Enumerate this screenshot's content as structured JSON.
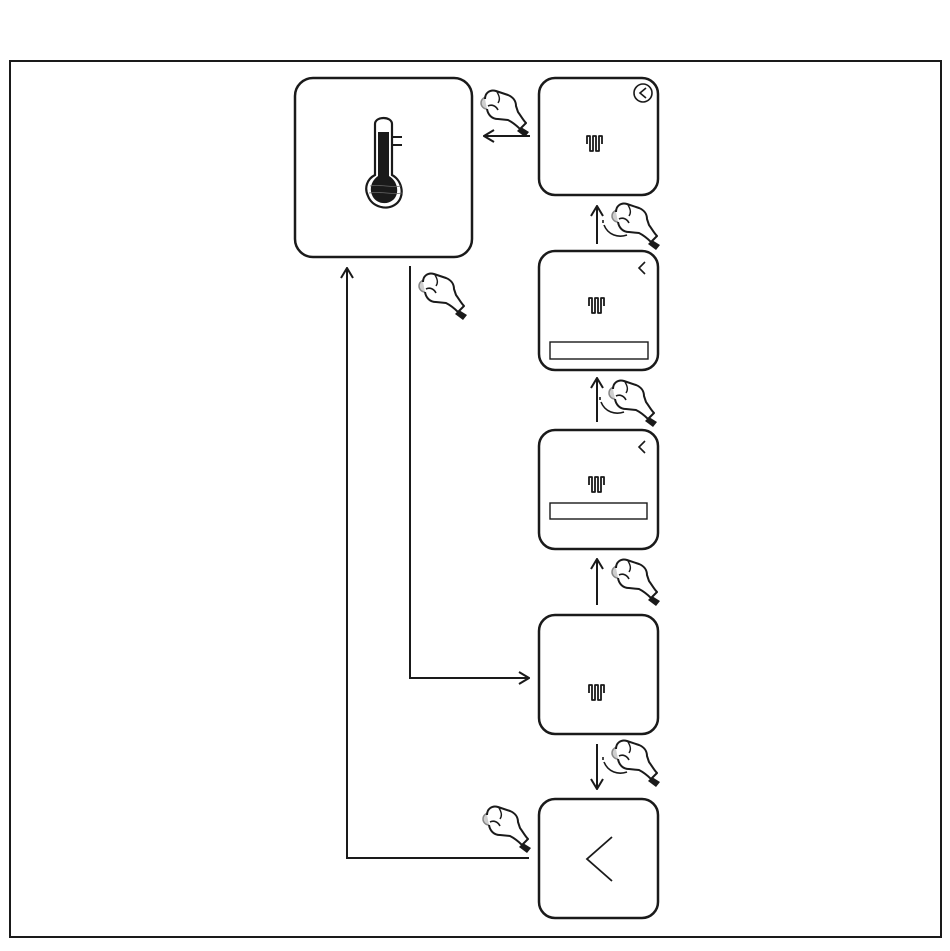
{
  "diagram": {
    "screens": [
      {
        "id": "temperature-screen",
        "icon": "thermometer-icon"
      },
      {
        "id": "heating-screen-confirm",
        "icon": "heating-coil-icon",
        "back": "circled-back-arrow-icon"
      },
      {
        "id": "heating-screen-bar-2",
        "icon": "heating-coil-icon",
        "back": "back-chevron-icon",
        "bar": true
      },
      {
        "id": "heating-screen-bar-1",
        "icon": "heating-coil-icon",
        "back": "back-chevron-icon",
        "bar": true
      },
      {
        "id": "heating-screen-base",
        "icon": "heating-coil-icon"
      },
      {
        "id": "back-screen",
        "icon": "back-chevron-icon"
      }
    ],
    "gestures": [
      {
        "id": "press-hand-back-to-temp",
        "icon": "press-hand-icon"
      },
      {
        "id": "turn-hand-up-1",
        "icon": "turn-hand-icon"
      },
      {
        "id": "press-hand-from-temp",
        "icon": "press-hand-icon"
      },
      {
        "id": "turn-hand-up-2",
        "icon": "turn-hand-icon"
      },
      {
        "id": "press-hand-up-3",
        "icon": "press-hand-icon"
      },
      {
        "id": "turn-hand-down",
        "icon": "turn-hand-icon"
      },
      {
        "id": "press-hand-back",
        "icon": "press-hand-icon"
      }
    ]
  }
}
